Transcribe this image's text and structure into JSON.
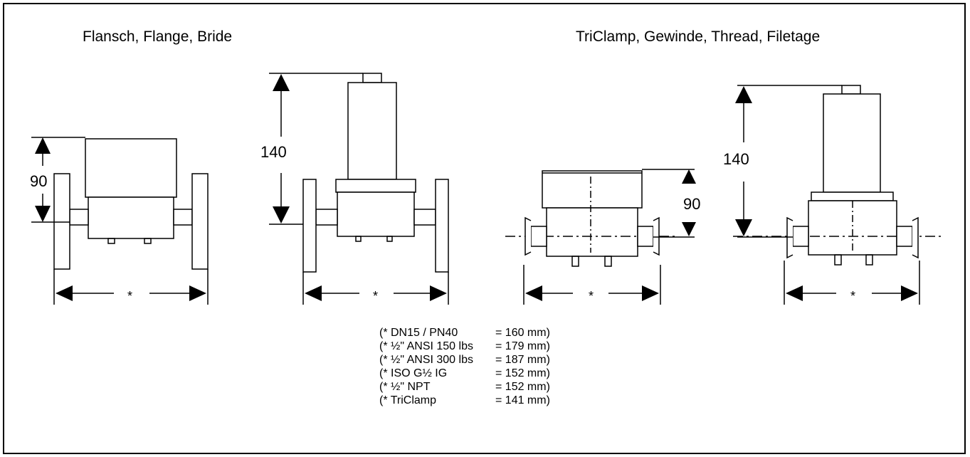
{
  "headings": {
    "flange": "Flansch, Flange, Bride",
    "triclamp": "TriClamp, Gewinde, Thread, Filetage"
  },
  "dimensions": {
    "height_small": "90",
    "height_tall": "140",
    "length_marker": "*"
  },
  "legend": [
    {
      "label": "(* DN15 / PN40",
      "value": "= 160 mm)"
    },
    {
      "label": "(* ½\" ANSI 150 lbs",
      "value": "= 179 mm)"
    },
    {
      "label": "(* ½\" ANSI 300 lbs",
      "value": "= 187 mm)"
    },
    {
      "label": "(* ISO G½ IG",
      "value": "= 152 mm)"
    },
    {
      "label": "(* ½\" NPT",
      "value": "= 152 mm)"
    },
    {
      "label": "(* TriClamp",
      "value": "= 141 mm)"
    }
  ]
}
